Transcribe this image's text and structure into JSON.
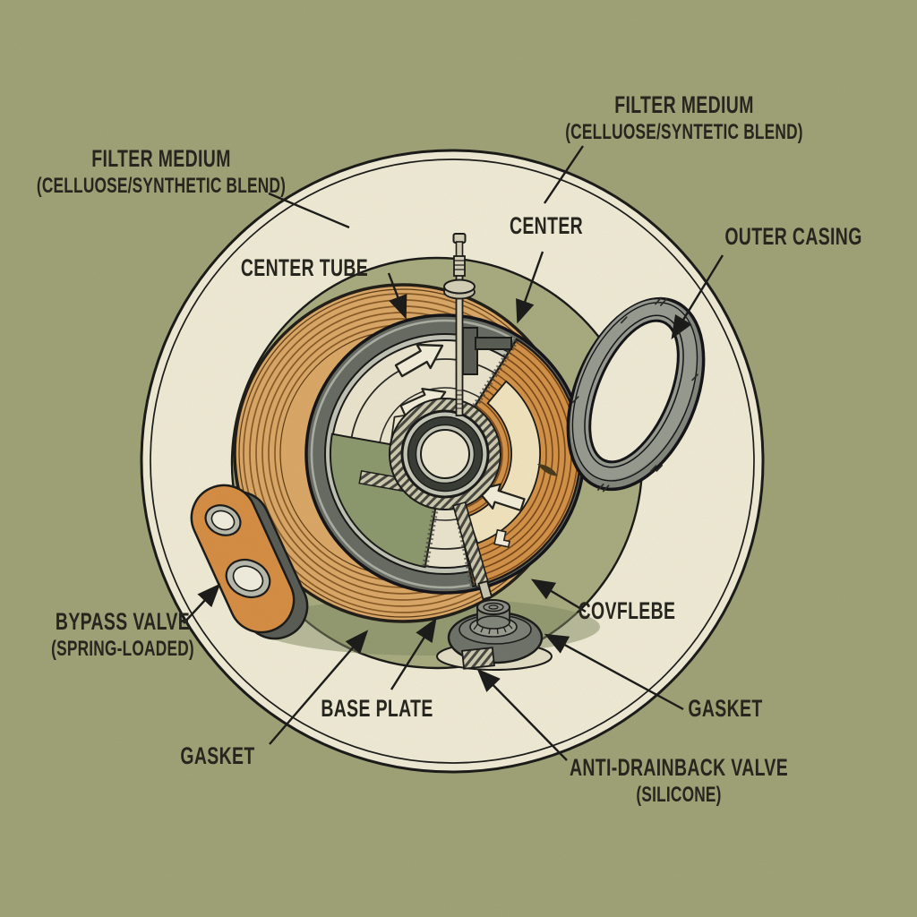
{
  "diagram": {
    "labels": {
      "filter_medium_left": {
        "line1": "FILTER MEDIUM",
        "line2": "(CELLUOSE/SYNTHETIC BLEND)"
      },
      "filter_medium_right": {
        "line1": "FILTER MEDIUM",
        "line2": "(CELLUOSE/SYNTETIC BLEND)"
      },
      "center": {
        "line1": "CENTER"
      },
      "center_tube": {
        "line1": "CENTER TUBE"
      },
      "outer_casing": {
        "line1": "OUTER CASING"
      },
      "bypass_valve": {
        "line1": "BYPASS VALVE",
        "line2": "(SPRING-LOADED)"
      },
      "gasket_left": {
        "line1": "GASKET"
      },
      "base_plate": {
        "line1": "BASE PLATE"
      },
      "covflebe": {
        "line1": "COVFLEBE"
      },
      "gasket_right": {
        "line1": "GASKET"
      },
      "anti_drainback_valve": {
        "line1": "ANTI-DRAINBACK VALVE",
        "line2": "(SILICONE)"
      }
    },
    "colors": {
      "background": "#a1a478",
      "plate_cream": "#f1ecd6",
      "inner_circle_green": "#a9ad80",
      "media_tan": "#dca968",
      "media_line": "#8a5c28",
      "shell_grey": "#696d64",
      "pleat_orange": "#d49349",
      "sector_green": "#8e9a6f",
      "metal_grey": "#8f9288",
      "valve_orange": "#d78f45",
      "ink": "#1d1d1b"
    }
  }
}
